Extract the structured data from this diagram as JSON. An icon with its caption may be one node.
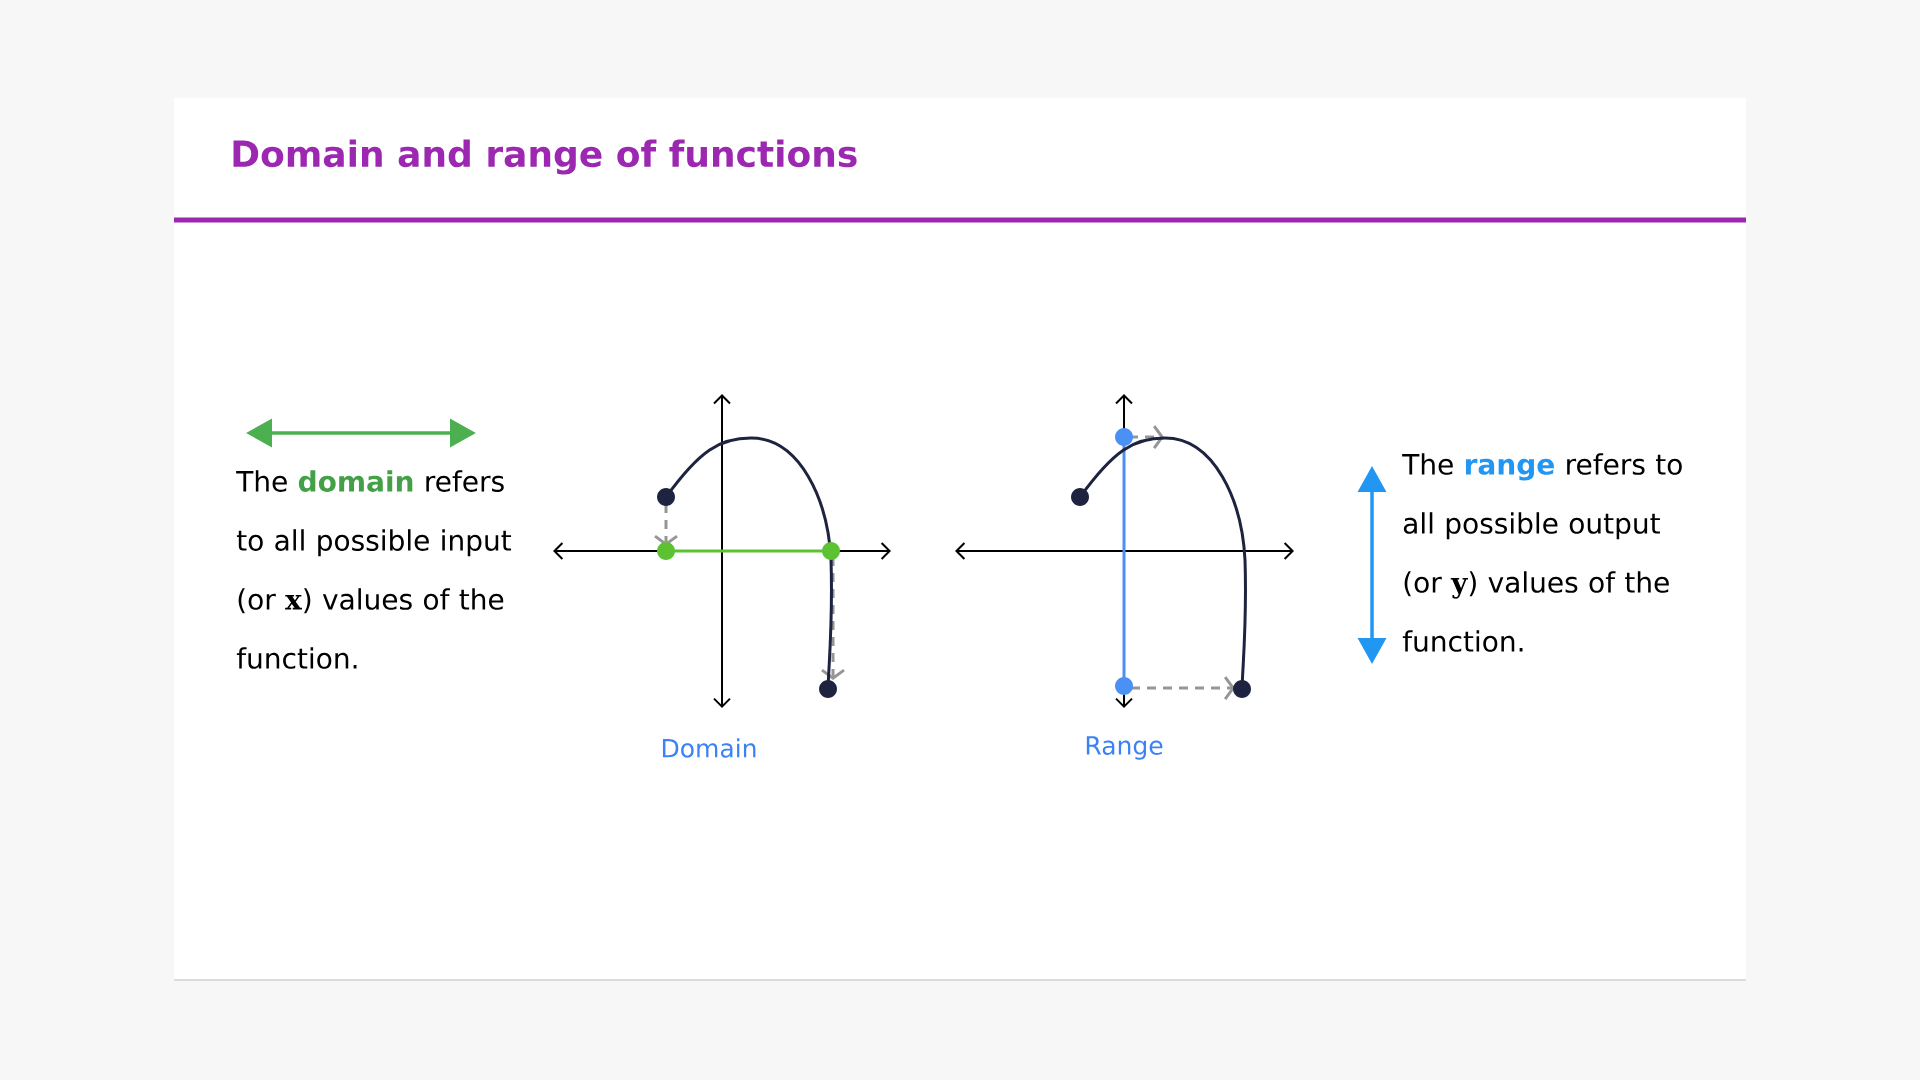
{
  "diagram": {
    "title": "Domain and range of functions",
    "labels": [
      "The **domain** refers to all possible input (or *x*) values of the function.",
      "Domain",
      "Range",
      "The **range** refers to all possible output (or *y*) values of the function."
    ]
  }
}
